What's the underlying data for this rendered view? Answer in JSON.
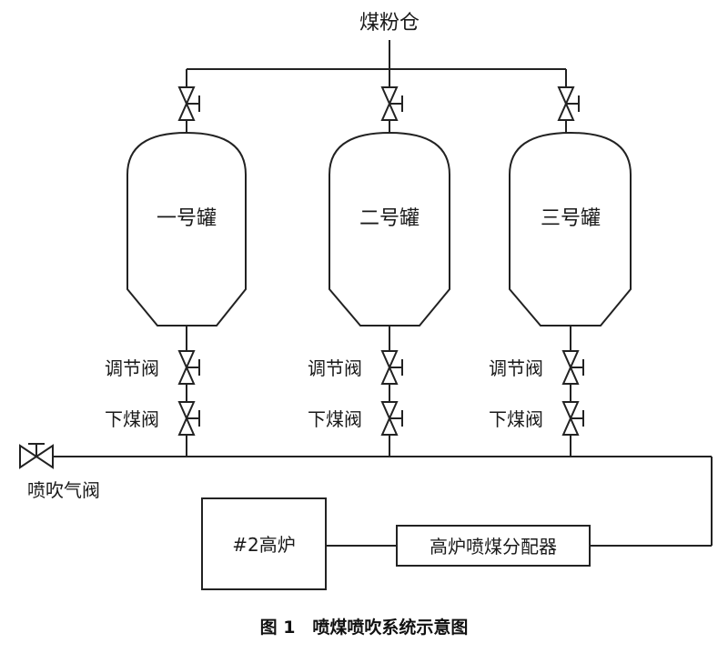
{
  "hopper_label": "煤粉仓",
  "tanks": [
    {
      "label": "一号罐",
      "regulating_valve_label": "调节阀",
      "coal_valve_label": "下煤阀"
    },
    {
      "label": "二号罐",
      "regulating_valve_label": "调节阀",
      "coal_valve_label": "下煤阀"
    },
    {
      "label": "三号罐",
      "regulating_valve_label": "调节阀",
      "coal_valve_label": "下煤阀"
    }
  ],
  "injection_air_valve_label": "喷吹气阀",
  "furnace_label": "#2高炉",
  "distributor_label": "高炉喷煤分配器",
  "caption": "图 1　喷煤喷吹系统示意图"
}
